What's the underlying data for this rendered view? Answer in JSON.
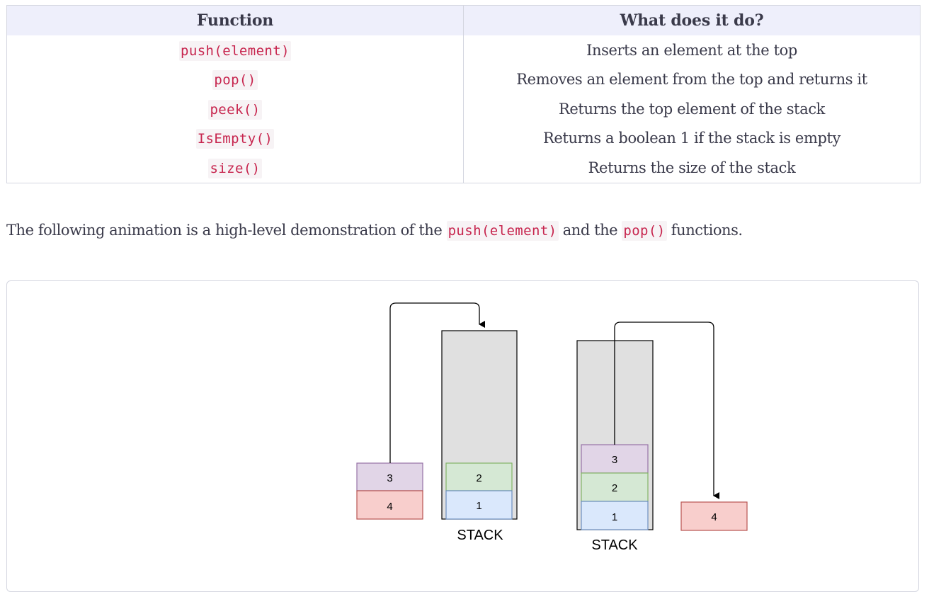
{
  "table": {
    "headers": [
      "Function",
      "What does it do?"
    ],
    "rows": [
      {
        "function": "push(element)",
        "description": "Inserts an element at the top"
      },
      {
        "function": "pop()",
        "description": "Removes an element from the top and returns it"
      },
      {
        "function": "peek()",
        "description": "Returns the top element of the stack"
      },
      {
        "function": "IsEmpty()",
        "description": "Returns a boolean 1 if the stack is empty"
      },
      {
        "function": "size()",
        "description": "Returns the size of the stack"
      }
    ]
  },
  "paragraph": {
    "before": "The following animation is a high-level demonstration of the ",
    "code1": "push(element)",
    "middle": " and the ",
    "code2": "pop()",
    "after": " functions."
  },
  "diagram": {
    "left": {
      "waiting_blocks": [
        "3",
        "4"
      ],
      "stack_blocks": [
        "2",
        "1"
      ],
      "stack_label": "STACK"
    },
    "right": {
      "stack_blocks": [
        "3",
        "2",
        "1"
      ],
      "popped_block": "4",
      "stack_label": "STACK"
    },
    "colors": {
      "purple_fill": "#e1d5e7",
      "purple_stroke": "#9673a6",
      "red_fill": "#f8cecc",
      "red_stroke": "#b85450",
      "green_fill": "#d5e8d4",
      "green_stroke": "#82b366",
      "blue_fill": "#dae8fc",
      "blue_stroke": "#6c8ebf",
      "stack_fill": "#e0e0e0"
    }
  }
}
